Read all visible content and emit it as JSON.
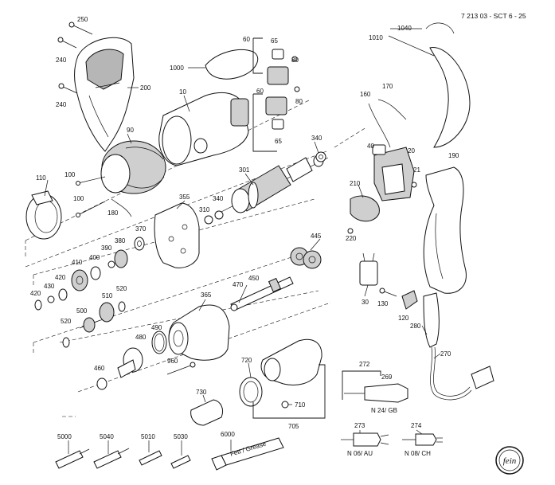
{
  "header": {
    "drawing_number": "7 213 03 - SCT 6 - 25"
  },
  "logo": {
    "text": "fein"
  },
  "labels": [
    {
      "id": "p250",
      "text": "250"
    },
    {
      "id": "p240a",
      "text": "240"
    },
    {
      "id": "p240b",
      "text": "240"
    },
    {
      "id": "p200",
      "text": "200"
    },
    {
      "id": "p90",
      "text": "90"
    },
    {
      "id": "p1000",
      "text": "1000"
    },
    {
      "id": "p10",
      "text": "10"
    },
    {
      "id": "p60a",
      "text": "60"
    },
    {
      "id": "p65a",
      "text": "65"
    },
    {
      "id": "p80a",
      "text": "80"
    },
    {
      "id": "p60b",
      "text": "60"
    },
    {
      "id": "p80b",
      "text": "80"
    },
    {
      "id": "p65b",
      "text": "65"
    },
    {
      "id": "p1040",
      "text": "1040"
    },
    {
      "id": "p1010",
      "text": "1010"
    },
    {
      "id": "p170",
      "text": "170"
    },
    {
      "id": "p160",
      "text": "160"
    },
    {
      "id": "p40",
      "text": "40"
    },
    {
      "id": "p20",
      "text": "20"
    },
    {
      "id": "p21",
      "text": "21"
    },
    {
      "id": "p190",
      "text": "190"
    },
    {
      "id": "p340a",
      "text": "340"
    },
    {
      "id": "p301",
      "text": "301"
    },
    {
      "id": "p110",
      "text": "110"
    },
    {
      "id": "p100a",
      "text": "100"
    },
    {
      "id": "p100b",
      "text": "100"
    },
    {
      "id": "p180",
      "text": "180"
    },
    {
      "id": "p355",
      "text": "355"
    },
    {
      "id": "p340b",
      "text": "340"
    },
    {
      "id": "p310",
      "text": "310"
    },
    {
      "id": "p370",
      "text": "370"
    },
    {
      "id": "p380",
      "text": "380"
    },
    {
      "id": "p390",
      "text": "390"
    },
    {
      "id": "p400",
      "text": "400"
    },
    {
      "id": "p410",
      "text": "410"
    },
    {
      "id": "p445",
      "text": "445"
    },
    {
      "id": "p210",
      "text": "210"
    },
    {
      "id": "p220",
      "text": "220"
    },
    {
      "id": "p420a",
      "text": "420"
    },
    {
      "id": "p430",
      "text": "430"
    },
    {
      "id": "p420b",
      "text": "420"
    },
    {
      "id": "p520a",
      "text": "520"
    },
    {
      "id": "p510",
      "text": "510"
    },
    {
      "id": "p500",
      "text": "500"
    },
    {
      "id": "p520b",
      "text": "520"
    },
    {
      "id": "p470",
      "text": "470"
    },
    {
      "id": "p450",
      "text": "450"
    },
    {
      "id": "p365",
      "text": "365"
    },
    {
      "id": "p30",
      "text": "30"
    },
    {
      "id": "p130",
      "text": "130"
    },
    {
      "id": "p120",
      "text": "120"
    },
    {
      "id": "p280",
      "text": "280"
    },
    {
      "id": "p490",
      "text": "490"
    },
    {
      "id": "p480",
      "text": "480"
    },
    {
      "id": "p960",
      "text": "960"
    },
    {
      "id": "p460",
      "text": "460"
    },
    {
      "id": "p720",
      "text": "720"
    },
    {
      "id": "p270",
      "text": "270"
    },
    {
      "id": "p272",
      "text": "272"
    },
    {
      "id": "p269",
      "text": "269"
    },
    {
      "id": "pn24",
      "text": "N 24/ GB"
    },
    {
      "id": "p730",
      "text": "730"
    },
    {
      "id": "p710",
      "text": "710"
    },
    {
      "id": "p705",
      "text": "705"
    },
    {
      "id": "p273",
      "text": "273"
    },
    {
      "id": "p274",
      "text": "274"
    },
    {
      "id": "pn06",
      "text": "N 06/ AU"
    },
    {
      "id": "pn08",
      "text": "N 08/ CH"
    },
    {
      "id": "p6000",
      "text": "6000"
    },
    {
      "id": "p5000",
      "text": "5000"
    },
    {
      "id": "p5040",
      "text": "5040"
    },
    {
      "id": "p5010",
      "text": "5010"
    },
    {
      "id": "p5030",
      "text": "5030"
    }
  ],
  "tube_text": "Fett / Grease"
}
